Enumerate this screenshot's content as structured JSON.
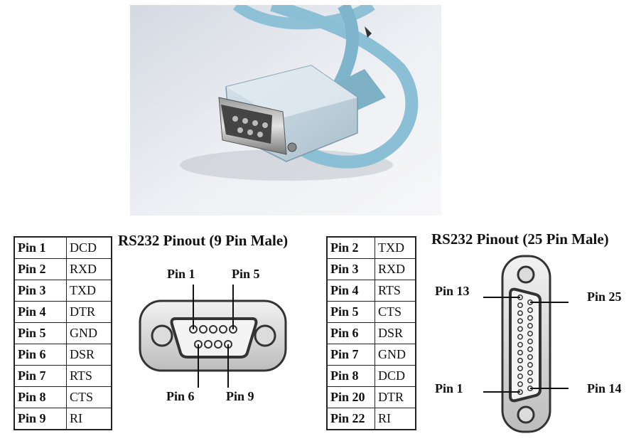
{
  "photo": {
    "subject": "db9-serial-cable-photo"
  },
  "left_panel": {
    "title": "RS232 Pinout (9 Pin Male)",
    "table": [
      {
        "pin": "Pin 1",
        "signal": "DCD"
      },
      {
        "pin": "Pin 2",
        "signal": "RXD"
      },
      {
        "pin": "Pin 3",
        "signal": "TXD"
      },
      {
        "pin": "Pin 4",
        "signal": "DTR"
      },
      {
        "pin": "Pin 5",
        "signal": "GND"
      },
      {
        "pin": "Pin 6",
        "signal": "DSR"
      },
      {
        "pin": "Pin 7",
        "signal": "RTS"
      },
      {
        "pin": "Pin 8",
        "signal": "CTS"
      },
      {
        "pin": "Pin 9",
        "signal": "RI"
      }
    ],
    "connector_labels": {
      "top_left": "Pin 1",
      "top_right": "Pin 5",
      "bottom_left": "Pin 6",
      "bottom_right": "Pin 9"
    }
  },
  "right_panel": {
    "title": "RS232 Pinout (25 Pin Male)",
    "table": [
      {
        "pin": "Pin 2",
        "signal": "TXD"
      },
      {
        "pin": "Pin 3",
        "signal": "RXD"
      },
      {
        "pin": "Pin 4",
        "signal": "RTS"
      },
      {
        "pin": "Pin 5",
        "signal": "CTS"
      },
      {
        "pin": "Pin 6",
        "signal": "DSR"
      },
      {
        "pin": "Pin 7",
        "signal": "GND"
      },
      {
        "pin": "Pin 8",
        "signal": "DCD"
      },
      {
        "pin": "Pin 20",
        "signal": "DTR"
      },
      {
        "pin": "Pin 22",
        "signal": "RI"
      }
    ],
    "connector_labels": {
      "top_left": "Pin 13",
      "top_right": "Pin 25",
      "bottom_left": "Pin 1",
      "bottom_right": "Pin 14"
    }
  }
}
